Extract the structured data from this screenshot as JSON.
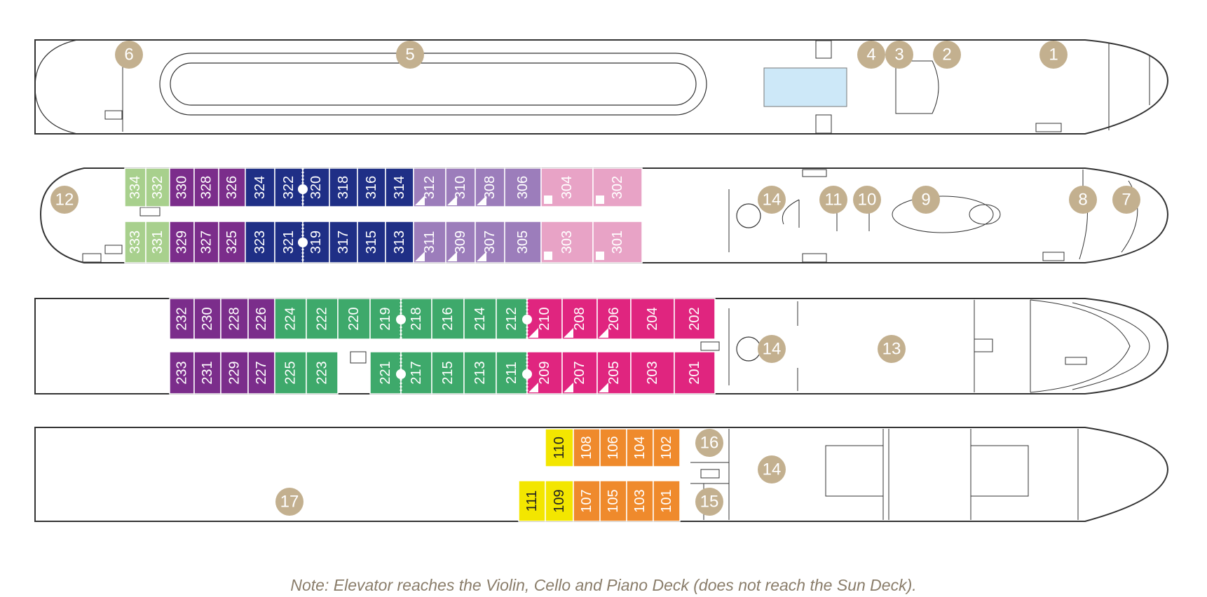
{
  "colors": {
    "violet": "#7b2d8b",
    "navy": "#1f2f86",
    "lavender": "#9c7dbb",
    "pink": "#e8a3c6",
    "lime": "#a8d08d",
    "green": "#3ea96b",
    "magenta": "#e0257f",
    "orange": "#ef8a2c",
    "yellow": "#f3e600",
    "marker": "#c3b08f",
    "pool": "#cde8f8",
    "hull": "#333333"
  },
  "markers": [
    "1",
    "2",
    "3",
    "4",
    "5",
    "6",
    "7",
    "8",
    "9",
    "10",
    "11",
    "12",
    "13",
    "14",
    "15",
    "16",
    "17"
  ],
  "cabins": {
    "cello_top": [
      "334",
      "332",
      "330",
      "328",
      "326",
      "324",
      "322",
      "320",
      "318",
      "316",
      "314",
      "312",
      "310",
      "308",
      "306",
      "304",
      "302"
    ],
    "cello_bottom": [
      "333",
      "331",
      "329",
      "327",
      "325",
      "323",
      "321",
      "319",
      "317",
      "315",
      "313",
      "311",
      "309",
      "307",
      "305",
      "303",
      "301"
    ],
    "violin_top": [
      "232",
      "230",
      "228",
      "226",
      "224",
      "222",
      "220",
      "219",
      "218",
      "216",
      "214",
      "212",
      "210",
      "208",
      "206",
      "204",
      "202"
    ],
    "violin_bottom": [
      "233",
      "231",
      "229",
      "227",
      "225",
      "223",
      "221",
      "217",
      "215",
      "213",
      "211",
      "209",
      "207",
      "205",
      "203",
      "201"
    ],
    "piano_top": [
      "110",
      "108",
      "106",
      "104",
      "102"
    ],
    "piano_bottom": [
      "111",
      "109",
      "107",
      "105",
      "103",
      "101"
    ]
  },
  "note": "Note: Elevator reaches the Violin, Cello and Piano Deck (does not reach the Sun Deck)."
}
